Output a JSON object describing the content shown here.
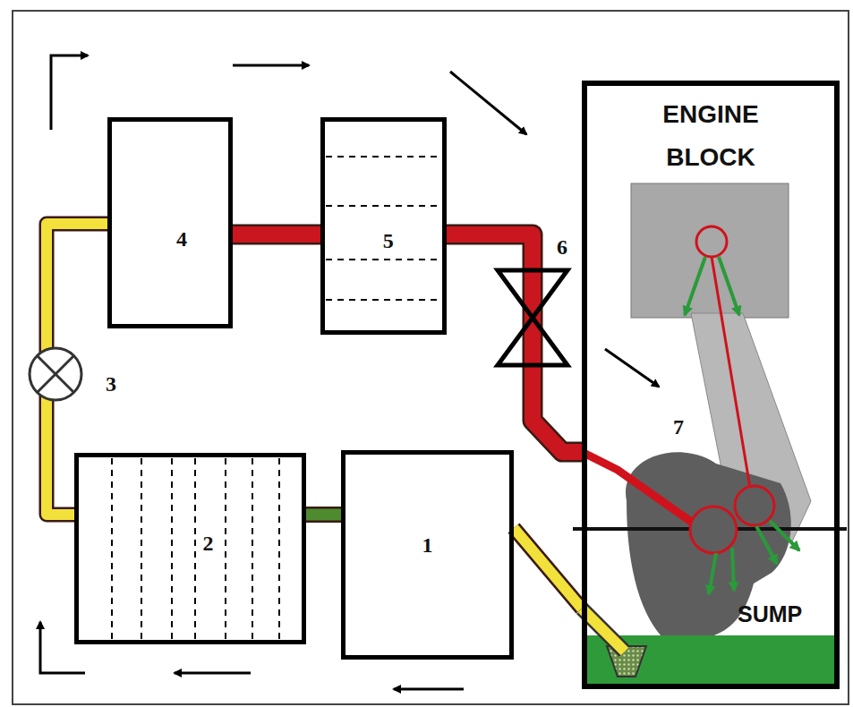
{
  "diagram": {
    "nodes": [
      {
        "text": [
          "4"
        ]
      },
      {
        "text": [
          "5"
        ]
      },
      {
        "text": [
          "ENGINE BLOCK"
        ]
      },
      {
        "text": [
          "2"
        ]
      },
      {
        "text": [
          "1"
        ]
      }
    ],
    "edges": [
      {
        "from": 3,
        "to": 0,
        "arrow": "none"
      },
      {
        "from": 0,
        "to": 1,
        "arrow": "none"
      },
      {
        "from": 1,
        "to": 2,
        "arrow": "none"
      },
      {
        "from": 4,
        "to": 3,
        "arrow": "none"
      },
      {
        "from": 2,
        "to": 4,
        "arrow": "none"
      }
    ],
    "labels": [
      "3",
      "6",
      "7",
      "SUMP"
    ]
  }
}
